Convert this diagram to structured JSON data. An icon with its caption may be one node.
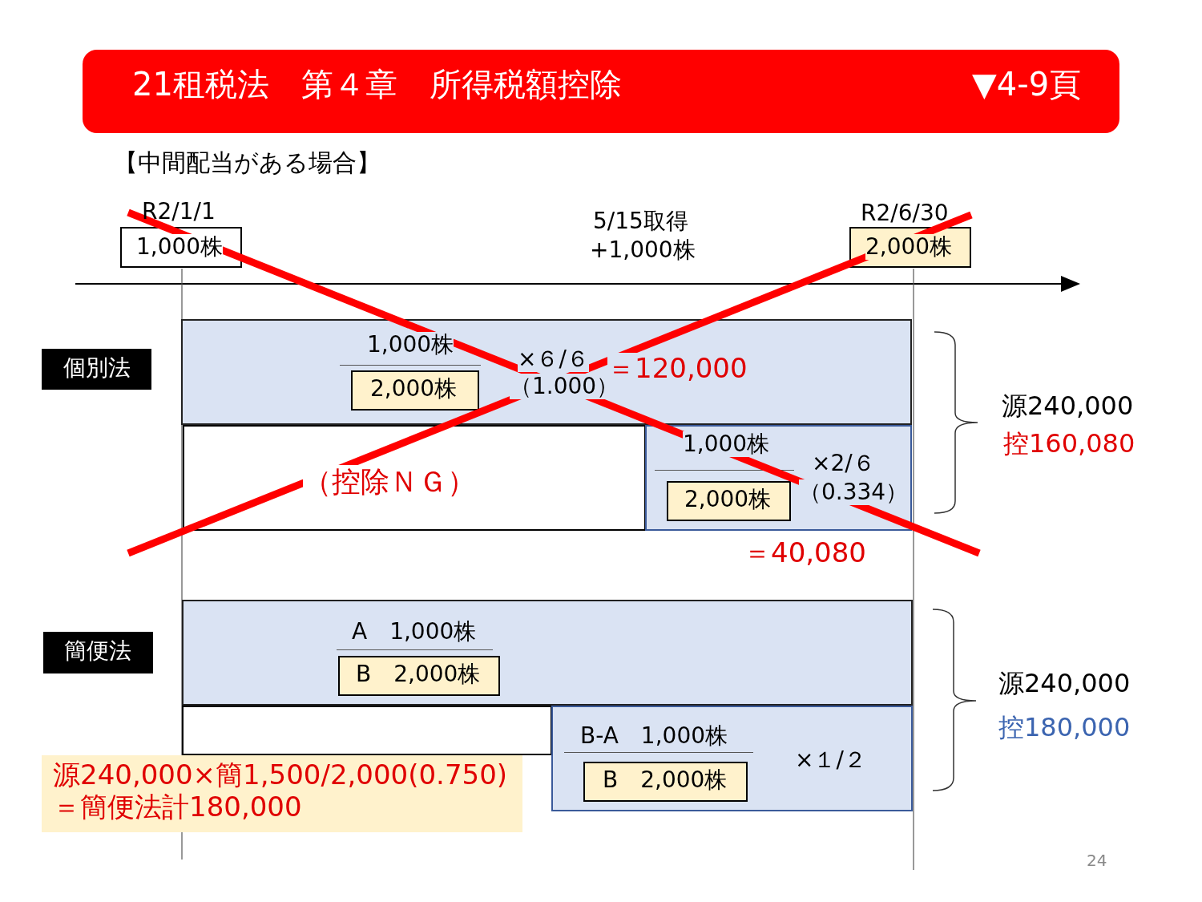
{
  "diagram": {
    "title": "21租税法　第４章　所得税額控除",
    "nodes": [
      {
        "text": [
          "▼4-9頁"
        ]
      },
      {
        "text": [
          "R2/1/1",
          "1,000株"
        ]
      },
      {
        "text": [
          "R2/6/30",
          "2,000株"
        ]
      },
      {
        "text": [
          "個別法"
        ]
      },
      {
        "text": [
          "1,000株",
          "×６/６",
          "（1.000）",
          "＝120,000"
        ]
      },
      {
        "text": [
          "2,000株"
        ],
        "in": 4
      },
      {
        "text": [
          "（控除ＮＧ）"
        ]
      },
      {
        "text": [
          "1,000株",
          "×2/６",
          "（0.334）"
        ]
      },
      {
        "text": [
          "2,000株"
        ],
        "in": 7
      },
      {
        "text": [
          "簡便法"
        ]
      },
      {
        "text": [
          "A　1,000株"
        ]
      },
      {
        "text": [
          "B　2,000株"
        ],
        "in": 10
      },
      {
        "text": [],
        "shape": "box"
      },
      {
        "text": [
          "B-A　1,000株",
          "×１/２"
        ]
      },
      {
        "text": [
          "B　2,000株"
        ],
        "in": 13
      },
      {
        "text": [
          "源240,000×簡1,500/2,000(0.750) ＝簡便法計180,000"
        ]
      }
    ],
    "edges": [],
    "labels": [
      "【中間配当がある場合】",
      "5/15取得",
      "+1,000株",
      "＝40,080",
      "源240,000",
      "控160,080",
      "源240,000",
      "控180,000",
      "24"
    ]
  }
}
